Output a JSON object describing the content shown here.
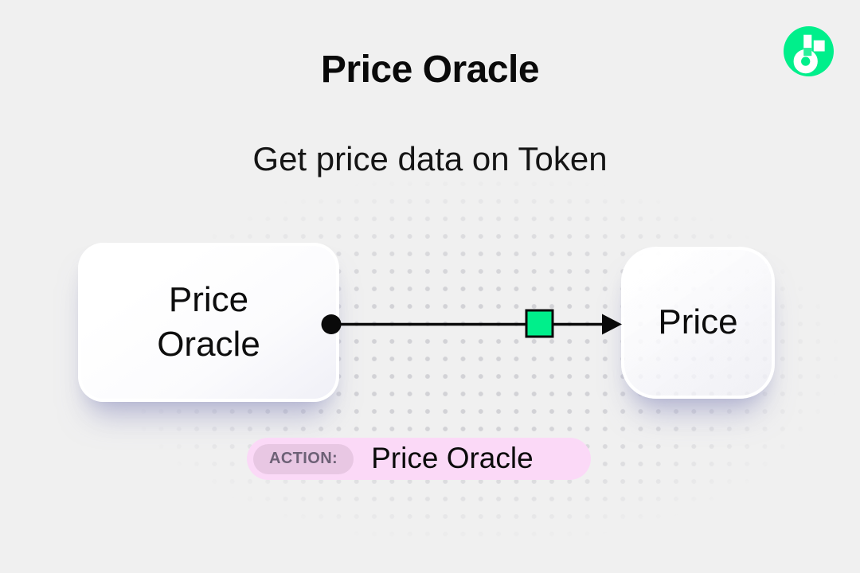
{
  "brand": {
    "logo_name": "flow-logo"
  },
  "header": {
    "title": "Price Oracle",
    "subtitle": "Get price data on Token"
  },
  "diagram": {
    "source_node": {
      "label": "Price Oracle"
    },
    "target_node": {
      "label": "Price"
    },
    "connector": {
      "marker_color": "#00ef8b"
    }
  },
  "action_badge": {
    "label": "ACTION:",
    "value": "Price Oracle"
  },
  "colors": {
    "background": "#f0f0f0",
    "dot": "#d2d2d6",
    "accent_green": "#00ef8b",
    "logo_notch_green": "#2af09a",
    "badge_bg": "#fbd9f7",
    "badge_label_bg": "#e8c7e3",
    "badge_label_text": "#6d6176",
    "ink": "#0b0b0b"
  }
}
